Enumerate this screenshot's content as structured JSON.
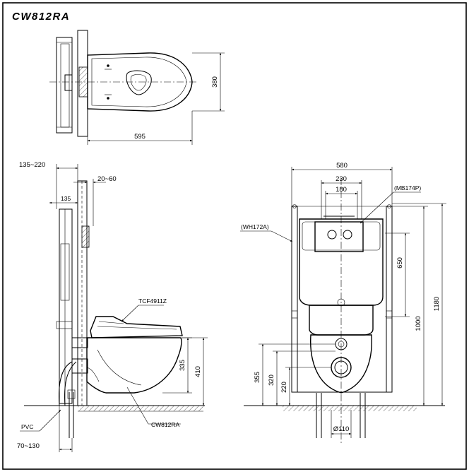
{
  "title": "CW812RA",
  "top_view": {
    "dim_width": "595",
    "dim_depth": "380"
  },
  "side_view": {
    "dim_135_220": "135~220",
    "dim_20_60": "20~60",
    "dim_135": "135",
    "label_seat": "TCF4911Z",
    "dim_335": "335",
    "dim_410": "410",
    "label_pvc": "PVC",
    "dim_70_130": "70~130",
    "label_bowl": "CW812RA"
  },
  "front_view": {
    "dim_580": "580",
    "dim_230": "230",
    "dim_180": "180",
    "label_plate": "(MB174P)",
    "label_frame": "(WH172A)",
    "dim_650": "650",
    "dim_1180": "1180",
    "dim_1000": "1000",
    "dim_355": "355",
    "dim_320": "320",
    "dim_220": "220",
    "dim_dia110": "Ø110"
  }
}
